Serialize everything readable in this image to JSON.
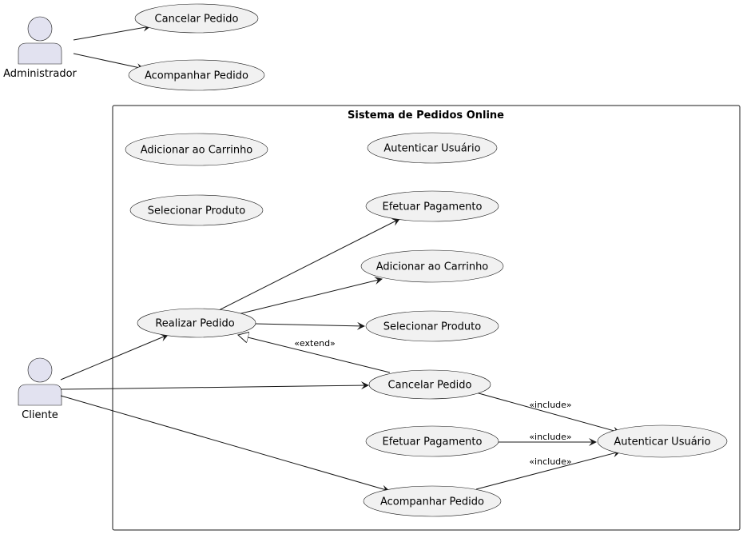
{
  "system": {
    "title": "Sistema de Pedidos Online"
  },
  "actors": {
    "administrador": "Administrador",
    "cliente": "Cliente"
  },
  "use_cases": {
    "admin_cancelar": "Cancelar Pedido",
    "admin_acompanhar": "Acompanhar Pedido",
    "adicionar_top": "Adicionar ao Carrinho",
    "autenticar_top": "Autenticar Usuário",
    "selecionar_top": "Selecionar Produto",
    "efetuar_1": "Efetuar Pagamento",
    "adicionar_2": "Adicionar ao Carrinho",
    "realizar": "Realizar Pedido",
    "selecionar_2": "Selecionar Produto",
    "cancelar": "Cancelar Pedido",
    "efetuar_2": "Efetuar Pagamento",
    "autenticar_2": "Autenticar Usuário",
    "acompanhar": "Acompanhar Pedido"
  },
  "stereotypes": {
    "extend": "«extend»",
    "include_1": "«include»",
    "include_2": "«include»",
    "include_3": "«include»"
  },
  "colors": {
    "use_case_fill": "#f1f1f1",
    "actor_fill": "#e2e2f0",
    "line": "#181818"
  }
}
